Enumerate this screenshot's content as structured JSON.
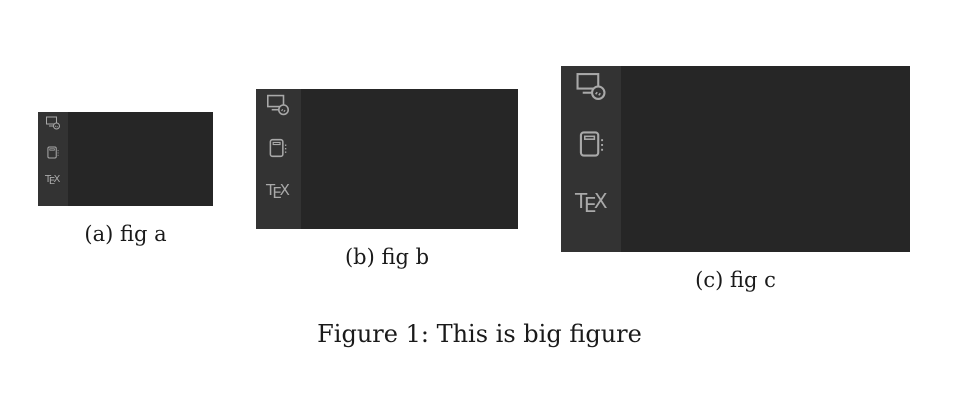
{
  "subfigures": [
    {
      "caption": "(a) fig a",
      "icons": [
        "remote-explorer-icon",
        "notebook-icon",
        "tex-icon"
      ],
      "tex_label": "TEX"
    },
    {
      "caption": "(b) fig b",
      "icons": [
        "remote-explorer-icon",
        "notebook-icon",
        "tex-icon"
      ],
      "tex_label": "TEX"
    },
    {
      "caption": "(c) fig c",
      "icons": [
        "remote-explorer-icon",
        "notebook-icon",
        "tex-icon"
      ],
      "tex_label": "TEX"
    }
  ],
  "figure_caption": "Figure 1: This is big figure",
  "colors": {
    "editor_background": "#262626",
    "activity_bar": "#333333",
    "icon": "#a9a9a9",
    "page": "#ffffff"
  }
}
